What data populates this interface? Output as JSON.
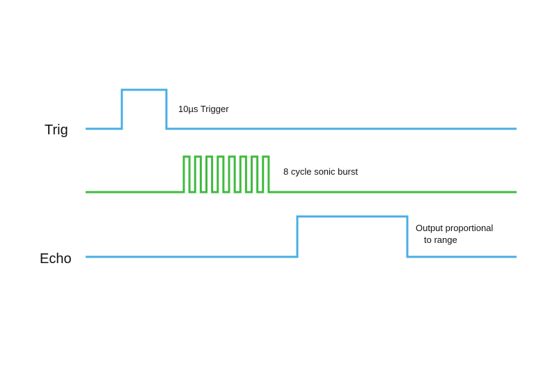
{
  "signals": [
    {
      "id": "trig",
      "label": "Trig",
      "color": "#4aaee4"
    },
    {
      "id": "burst",
      "label": "",
      "color": "#3fba3f"
    },
    {
      "id": "echo",
      "label": "Echo",
      "color": "#4aaee4"
    }
  ],
  "annotations": {
    "trigger": "10µs Trigger",
    "burst": "8 cycle sonic burst",
    "echo_line1": "Output proportional",
    "echo_line2": "to range"
  },
  "burst_cycles": 8
}
